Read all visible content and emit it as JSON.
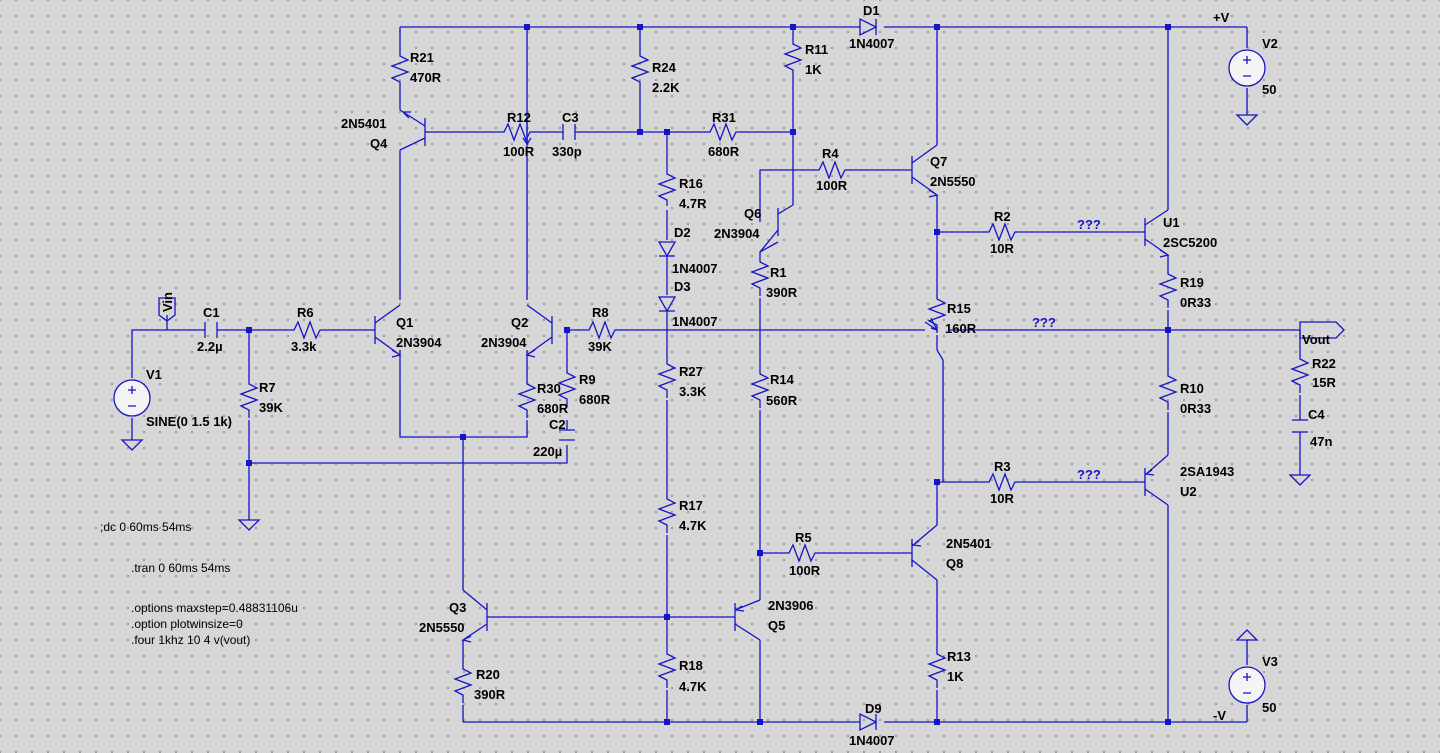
{
  "components": {
    "R21": {
      "ref": "R21",
      "value": "470R"
    },
    "R24": {
      "ref": "R24",
      "value": "2.2K"
    },
    "R11": {
      "ref": "R11",
      "value": "1K"
    },
    "R12": {
      "ref": "R12",
      "value": "100R"
    },
    "C3": {
      "ref": "C3",
      "value": "330p"
    },
    "R31": {
      "ref": "R31",
      "value": "680R"
    },
    "R16": {
      "ref": "R16",
      "value": "4.7R"
    },
    "D2": {
      "ref": "D2",
      "value": "1N4007"
    },
    "D3": {
      "ref": "D3",
      "value": "1N4007"
    },
    "D1": {
      "ref": "D1",
      "value": "1N4007"
    },
    "D9": {
      "ref": "D9",
      "value": "1N4007"
    },
    "R4": {
      "ref": "R4",
      "value": "100R"
    },
    "Q7": {
      "ref": "Q7",
      "value": "2N5550"
    },
    "Q6": {
      "ref": "Q6",
      "value": "2N3904"
    },
    "R1": {
      "ref": "R1",
      "value": "390R"
    },
    "R2": {
      "ref": "R2",
      "value": "10R"
    },
    "U1": {
      "ref": "U1",
      "value": "2SC5200"
    },
    "R19": {
      "ref": "R19",
      "value": "0R33"
    },
    "V2": {
      "ref": "V2",
      "value": "50"
    },
    "Q4": {
      "ref": "Q4",
      "value": "2N5401"
    },
    "C1": {
      "ref": "C1",
      "value": "2.2µ"
    },
    "R6": {
      "ref": "R6",
      "value": "3.3k"
    },
    "Q1": {
      "ref": "Q1",
      "value": "2N3904"
    },
    "Q2": {
      "ref": "Q2",
      "value": "2N3904"
    },
    "R8": {
      "ref": "R8",
      "value": "39K"
    },
    "R15": {
      "ref": "R15",
      "value": "160R"
    },
    "V1": {
      "ref": "V1",
      "value": "SINE(0 1.5 1k)"
    },
    "R7": {
      "ref": "R7",
      "value": "39K"
    },
    "R30": {
      "ref": "R30",
      "value": "680R"
    },
    "R9": {
      "ref": "R9",
      "value": "680R"
    },
    "C2": {
      "ref": "C2",
      "value": "220µ"
    },
    "R27": {
      "ref": "R27",
      "value": "3.3K"
    },
    "R14": {
      "ref": "R14",
      "value": "560R"
    },
    "R10": {
      "ref": "R10",
      "value": "0R33"
    },
    "R22": {
      "ref": "R22",
      "value": "15R"
    },
    "C4": {
      "ref": "C4",
      "value": "47n"
    },
    "R3": {
      "ref": "R3",
      "value": "10R"
    },
    "U2": {
      "ref": "U2",
      "value": "2SA1943"
    },
    "R17": {
      "ref": "R17",
      "value": "4.7K"
    },
    "R5": {
      "ref": "R5",
      "value": "100R"
    },
    "Q8": {
      "ref": "Q8",
      "value": "2N5401"
    },
    "Q3": {
      "ref": "Q3",
      "value": "2N5550"
    },
    "Q5": {
      "ref": "Q5",
      "value": "2N3906"
    },
    "R20": {
      "ref": "R20",
      "value": "390R"
    },
    "R18": {
      "ref": "R18",
      "value": "4.7K"
    },
    "R13": {
      "ref": "R13",
      "value": "1K"
    },
    "V3": {
      "ref": "V3",
      "value": "50"
    }
  },
  "nets": {
    "vplus": "+V",
    "vminus": "-V",
    "vin": "Vin",
    "vout": "Vout",
    "unknown": "???"
  },
  "directives": {
    "dc": ";dc 0 60ms 54ms",
    "tran": ".tran 0 60ms 54ms",
    "options": ".options maxstep=0.48831106u",
    "plotwinsize": ".option plotwinsize=0",
    "four": ".four 1khz 10 4 v(vout)"
  },
  "colors": {
    "wire": "#1414c8",
    "background": "#d6d6d6",
    "grid_dot": "#8c8c8c",
    "text": "#000000"
  }
}
